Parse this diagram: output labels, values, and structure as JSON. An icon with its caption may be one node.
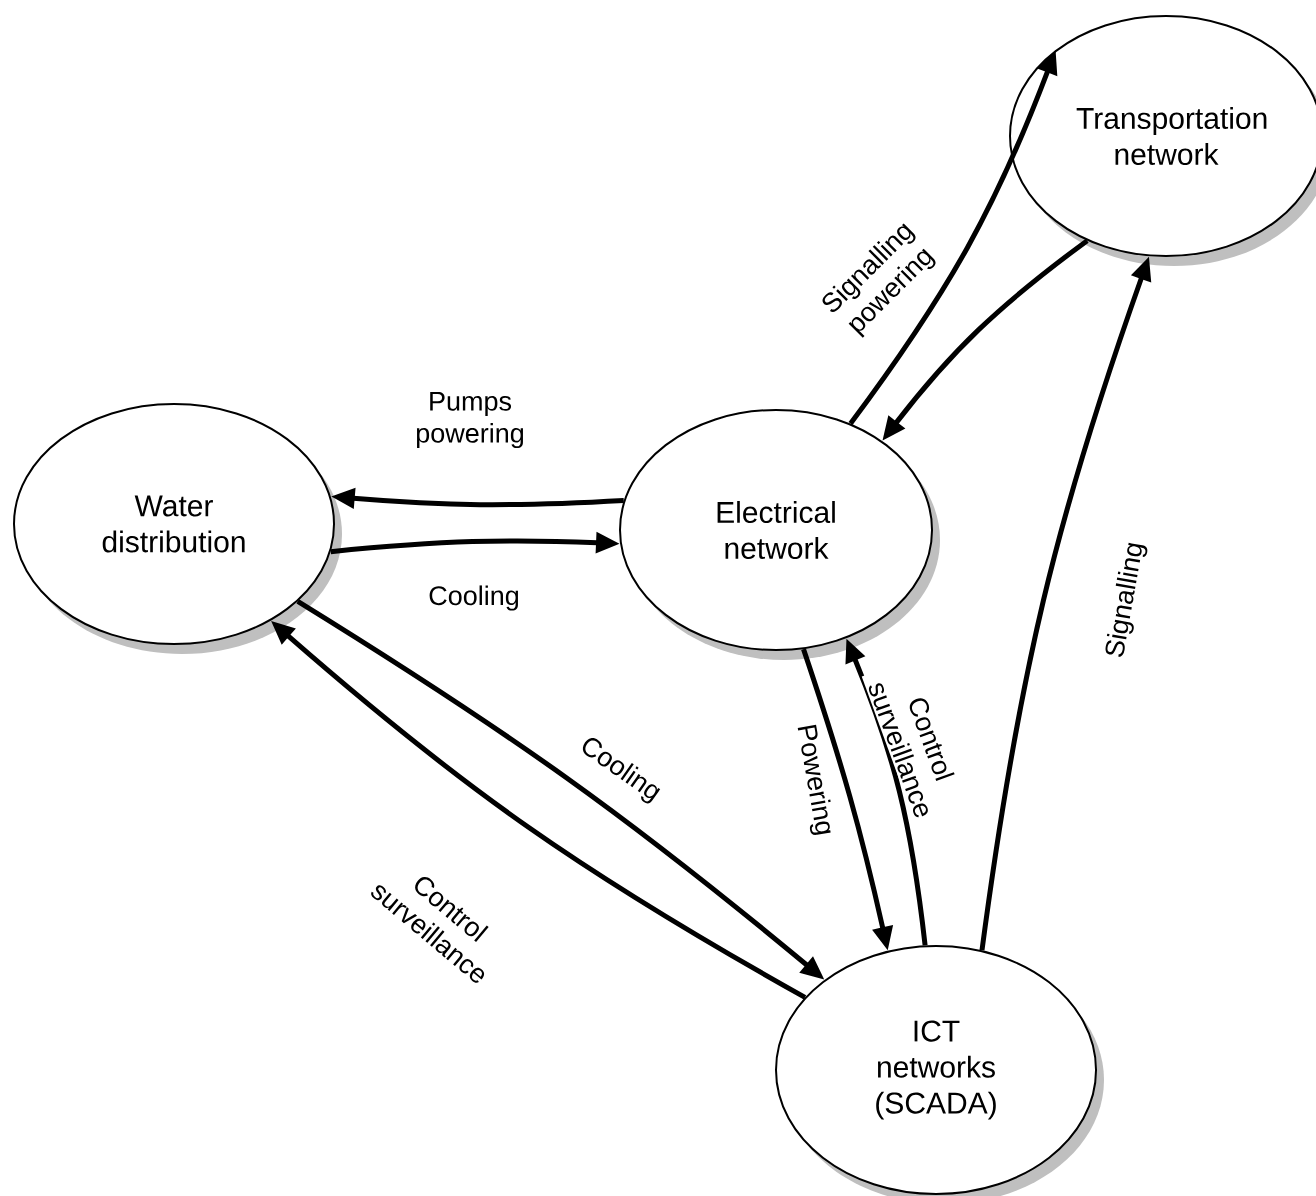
{
  "diagram": {
    "nodes": [
      {
        "text": [
          "Transportation network"
        ]
      },
      {
        "text": [
          "Water distribution"
        ]
      },
      {
        "text": [
          "Electrical network"
        ]
      },
      {
        "text": [
          "ICT networks (SCADA)"
        ]
      }
    ],
    "edges": [
      {
        "from": 2,
        "to": 0,
        "arrow": "to",
        "label": "Signalling powering"
      },
      {
        "from": 0,
        "to": 2,
        "arrow": "to"
      },
      {
        "from": 2,
        "to": 1,
        "arrow": "to",
        "label": "Pumps powering"
      },
      {
        "from": 1,
        "to": 2,
        "arrow": "to",
        "label": "Cooling"
      },
      {
        "from": 1,
        "to": 3,
        "arrow": "to",
        "label": "Cooling"
      },
      {
        "from": 3,
        "to": 1,
        "arrow": "to",
        "label": "Control surveillance"
      },
      {
        "from": 2,
        "to": 3,
        "arrow": "to",
        "label": "Powering"
      },
      {
        "from": 3,
        "to": 2,
        "arrow": "to",
        "label": "Control surveillance"
      },
      {
        "from": 3,
        "to": 0,
        "arrow": "to",
        "label": "Signalling"
      }
    ]
  }
}
